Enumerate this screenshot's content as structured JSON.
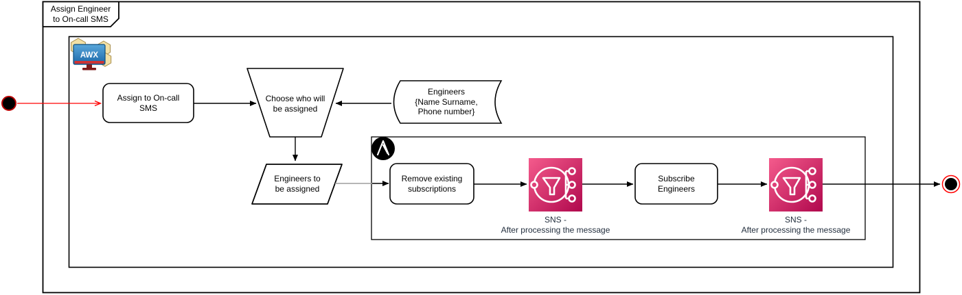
{
  "diagram_title": "Assign Engineer to On-call SMS",
  "frame": {
    "label": "Assign Engineer\nto On-call SMS"
  },
  "containers": {
    "awx": {
      "icon": "awx-tower-icon",
      "icon_text": "AWX"
    },
    "ansible": {
      "icon": "ansible-icon"
    }
  },
  "nodes": {
    "start": {
      "type": "initial-node"
    },
    "assign_task": {
      "label": "Assign to On-call\nSMS"
    },
    "choose": {
      "label": "Choose who will\nbe assigned"
    },
    "engineers_store": {
      "label": "Engineers\n{Name Surname,\nPhone number}"
    },
    "engineers_param": {
      "label": "Engineers to\nbe assigned"
    },
    "remove_task": {
      "label": "Remove existing\nsubscriptions"
    },
    "sns_first": {
      "icon": "aws-sns-icon",
      "label": "SNS -\nAfter processing the message"
    },
    "subscribe_task": {
      "label": "Subscribe\nEngineers"
    },
    "sns_second": {
      "icon": "aws-sns-icon",
      "label": "SNS -\nAfter processing the message"
    },
    "end": {
      "type": "final-node"
    }
  },
  "colors": {
    "sns_gradient_start": "#F45B8C",
    "sns_gradient_end": "#B0084D",
    "red_accent": "#FF0000",
    "start_ring": "#B90000",
    "sns_label_text": "#232F3E",
    "gray_edge": "#9E9E9E"
  }
}
